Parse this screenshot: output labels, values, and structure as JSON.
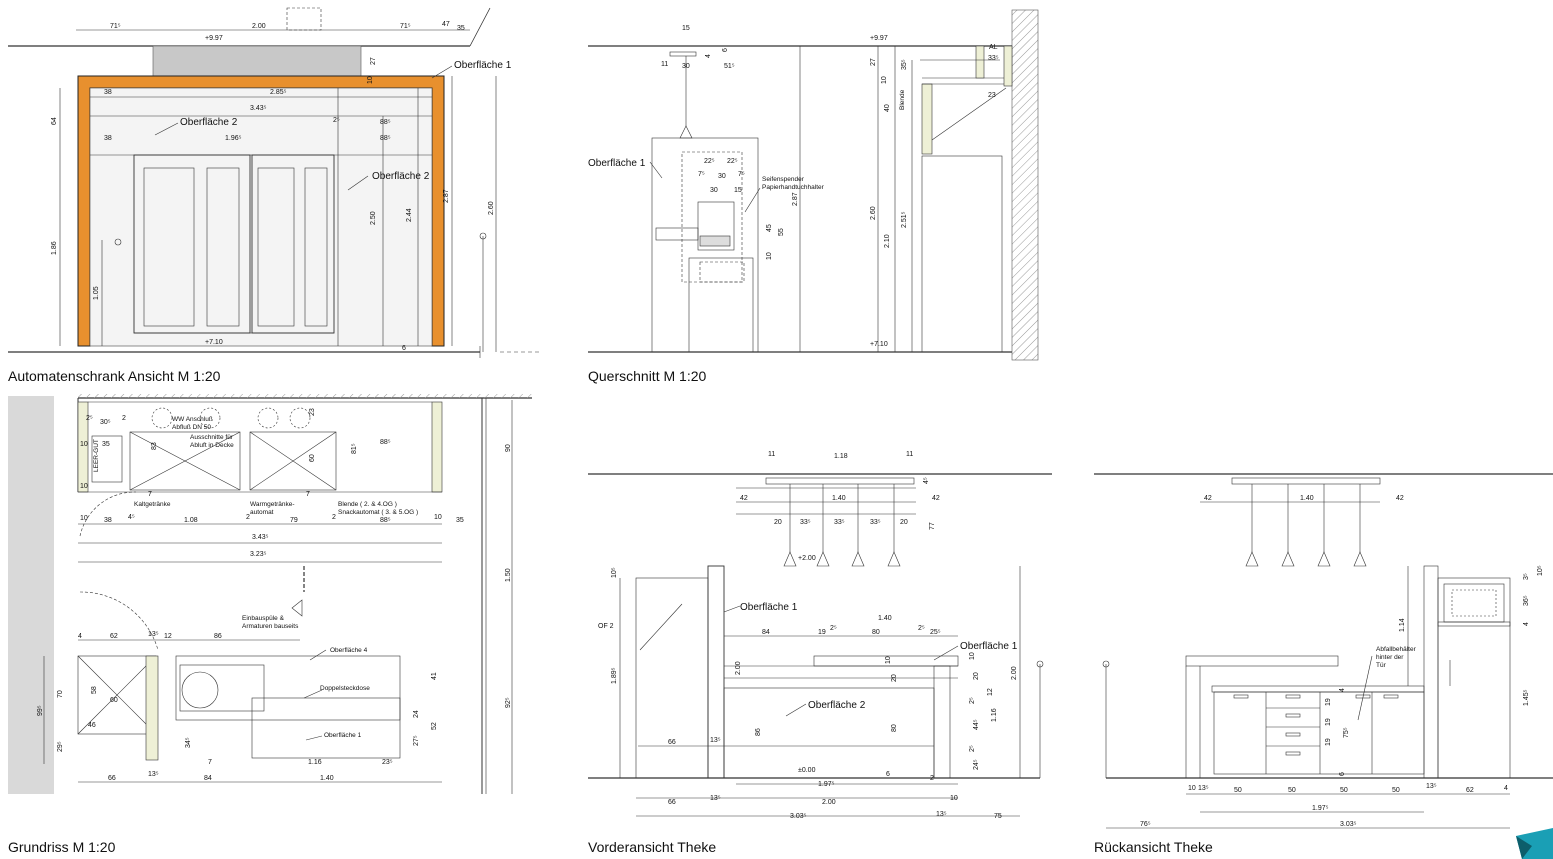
{
  "titles": {
    "automat": "Automatenschrank Ansicht M 1:20",
    "querschnitt": "Querschnitt M 1:20",
    "grundriss": "Grundriss M 1:20",
    "vorderansicht": "Vorderansicht Theke",
    "rueckansicht": "Rückansicht Theke"
  },
  "automat": {
    "dims_top": [
      "71⁵",
      "2.00",
      "71⁵",
      "47",
      "35"
    ],
    "level_top": "+9.97",
    "level_bottom": "+7.10",
    "labels": {
      "of1": "Oberfläche 1",
      "of2a": "Oberfläche 2",
      "of2b": "Oberfläche 2"
    },
    "dims": [
      "38",
      "2.85⁵",
      "3.43⁵",
      "38",
      "1.96⁵",
      "88⁵",
      "88⁵",
      "2⁵",
      "64",
      "1.86",
      "1.05",
      "2.50",
      "2.44",
      "2.87",
      "2.60",
      "27",
      "10",
      "6"
    ]
  },
  "querschnitt": {
    "level_top": "+9.97",
    "level_bottom": "+7.10",
    "labels": {
      "of1": "Oberfläche 1",
      "seifen": "Seifenspender",
      "papier": "Papierhandtuchhalter",
      "blende": "Blende",
      "al": "AL"
    },
    "dims": [
      "15",
      "11",
      "30",
      "51⁵",
      "4",
      "6",
      "22⁵",
      "22⁵",
      "7⁵",
      "30",
      "7⁵",
      "30",
      "15",
      "2.87",
      "45",
      "55",
      "10",
      "27",
      "10",
      "40",
      "2.60",
      "2.10",
      "35⁵",
      "2.51⁵",
      "33⁵",
      "23"
    ]
  },
  "grundriss": {
    "labels": {
      "ww": "WW Anschluß",
      "abfluss": "Abfluß DN 50",
      "aus1": "Ausschnitte für",
      "aus2": "Abluft in Decke",
      "kalt": "Kaltgetränke",
      "warm1": "Warmgetränke-",
      "warm2": "automat",
      "blende1": "Blende ( 2. & 4.OG )",
      "blende2": "Snackautomat ( 3. & 5.OG )",
      "leer": "LEER-GUT",
      "einbau1": "Einbauspüle &",
      "einbau2": "Armaturen bauseits",
      "of4": "Oberfläche 4",
      "doppel": "Doppelsteckdose",
      "of1": "Oberfläche 1"
    },
    "dims": [
      "2⁵",
      "30⁵",
      "2",
      "35",
      "10",
      "83",
      "23",
      "60",
      "81⁵",
      "88⁵",
      "90",
      "7",
      "7",
      "10",
      "38",
      "4⁵",
      "1.08",
      "2",
      "79",
      "2",
      "88⁵",
      "10",
      "35",
      "3.43⁵",
      "3.23⁵",
      "1.50",
      "4",
      "62",
      "13⁵",
      "12",
      "86",
      "70",
      "58",
      "60",
      "46",
      "99⁵",
      "29⁵",
      "34⁵",
      "7",
      "41",
      "24",
      "52",
      "27⁵",
      "92⁵",
      "1.16",
      "23⁵",
      "66",
      "13⁵",
      "84",
      "1.40",
      "10"
    ]
  },
  "vorderansicht": {
    "labels": {
      "of2": "OF 2",
      "of1a": "Oberfläche 1",
      "of1b": "Oberfläche 1",
      "of2b": "Oberfläche 2",
      "lv1": "+2.00",
      "lv0": "±0.00"
    },
    "dims": [
      "11",
      "1.18",
      "11",
      "4⁵",
      "42",
      "1.40",
      "42",
      "20",
      "33⁵",
      "33⁵",
      "33⁵",
      "20",
      "77",
      "10⁵",
      "1.89⁵",
      "1.40",
      "84",
      "19",
      "2⁵",
      "80",
      "2⁵",
      "25⁵",
      "10",
      "20",
      "2.00",
      "86",
      "80",
      "20",
      "12",
      "2⁵",
      "44⁵",
      "1.16",
      "2⁵",
      "24⁵",
      "2.00",
      "10",
      "66",
      "13⁵",
      "1.97⁵",
      "6",
      "2",
      "66",
      "13⁵",
      "2.00",
      "10",
      "3.03⁵",
      "13⁵",
      "75"
    ]
  },
  "rueckansicht": {
    "labels": {
      "abfall1": "Abfallbehälter",
      "abfall2": "hinter der",
      "abfall3": "Tür"
    },
    "dims": [
      "42",
      "1.40",
      "42",
      "3⁵",
      "10⁵",
      "36⁵",
      "4",
      "1.14",
      "1.45⁵",
      "4",
      "19",
      "19",
      "19",
      "6",
      "75⁵",
      "10",
      "13⁵",
      "50",
      "50",
      "50",
      "50",
      "13⁵",
      "62",
      "4",
      "1.97⁵",
      "76⁵",
      "3.03⁵"
    ]
  },
  "colors": {
    "panel": "#e8902e",
    "wall": "#d9d9d9",
    "hatch": "#b0b0b0",
    "logo": "#1a9fb5"
  }
}
